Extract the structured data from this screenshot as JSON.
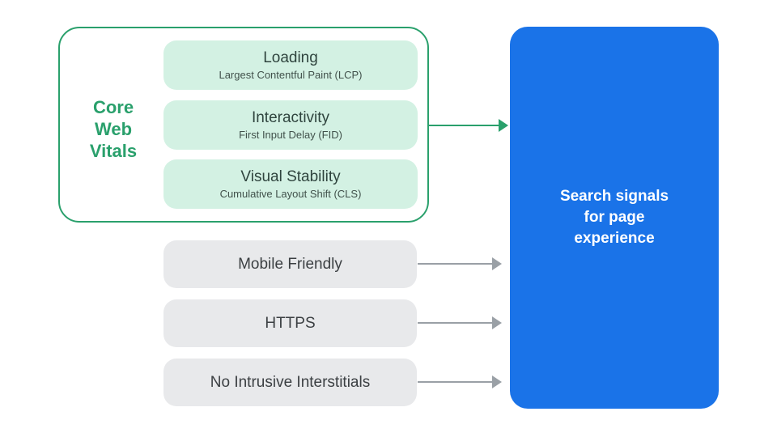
{
  "colors": {
    "green_accent": "#2AA06C",
    "mint_fill": "#D3F1E3",
    "blue_fill": "#1A73E8",
    "gray_fill": "#E8E9EB",
    "gray_arrow": "#9AA0A6",
    "dark_text": "#3C4043"
  },
  "core_web_vitals": {
    "label": "Core Web Vitals",
    "label_lines": [
      "Core",
      "Web",
      "Vitals"
    ],
    "vitals": [
      {
        "title": "Loading",
        "subtitle": "Largest Contentful Paint (LCP)"
      },
      {
        "title": "Interactivity",
        "subtitle": "First Input Delay (FID)"
      },
      {
        "title": "Visual Stability",
        "subtitle": "Cumulative Layout Shift (CLS)"
      }
    ]
  },
  "other_signals": [
    {
      "label": "Mobile Friendly"
    },
    {
      "label": "HTTPS"
    },
    {
      "label": "No Intrusive Interstitials"
    }
  ],
  "target": {
    "label": "Search signals for page experience",
    "lines": [
      "Search signals",
      "for page",
      "experience"
    ]
  }
}
